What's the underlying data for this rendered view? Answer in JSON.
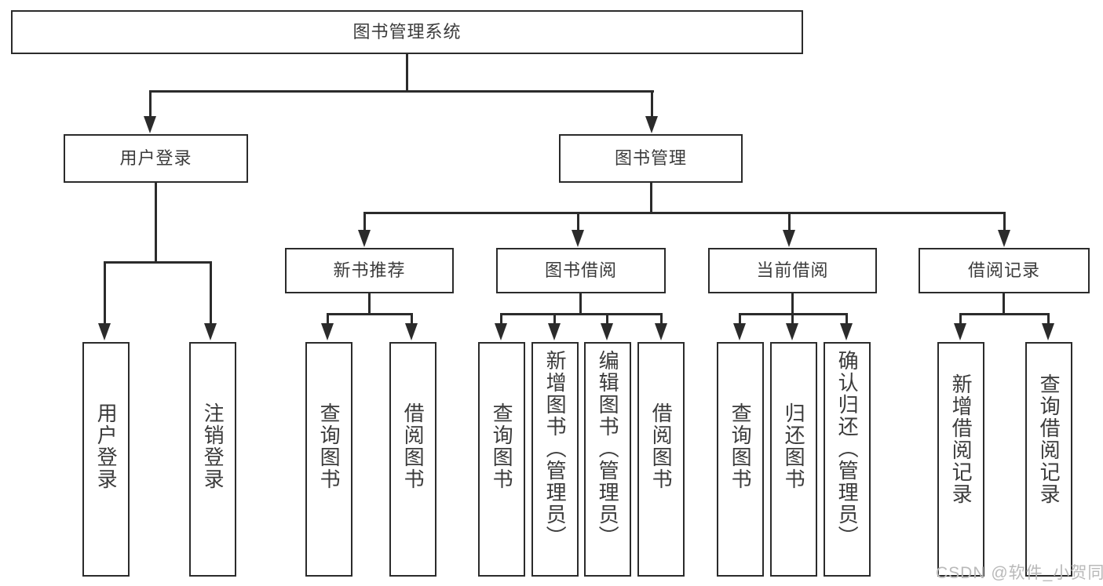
{
  "diagram": {
    "type": "tree-hierarchy",
    "title": "图书管理系统",
    "root": {
      "id": "root",
      "label": "图书管理系统"
    },
    "level1": [
      {
        "id": "user-login",
        "label": "用户登录"
      },
      {
        "id": "book-management",
        "label": "图书管理"
      }
    ],
    "level2": [
      {
        "id": "new-book-recommend",
        "label": "新书推荐",
        "parent": "book-management"
      },
      {
        "id": "book-borrow",
        "label": "图书借阅",
        "parent": "book-management"
      },
      {
        "id": "current-borrow",
        "label": "当前借阅",
        "parent": "book-management"
      },
      {
        "id": "borrow-record",
        "label": "借阅记录",
        "parent": "book-management"
      }
    ],
    "leaves": [
      {
        "id": "leaf-user-login",
        "label": "用户登录",
        "parent": "user-login"
      },
      {
        "id": "leaf-logout-login",
        "label": "注销登录",
        "parent": "user-login"
      },
      {
        "id": "leaf-query-book-1",
        "label": "查询图书",
        "parent": "new-book-recommend"
      },
      {
        "id": "leaf-borrow-book-1",
        "label": "借阅图书",
        "parent": "new-book-recommend"
      },
      {
        "id": "leaf-query-book-2",
        "label": "查询图书",
        "parent": "book-borrow"
      },
      {
        "id": "leaf-add-book",
        "label": "新增图书（管理员）",
        "parent": "book-borrow"
      },
      {
        "id": "leaf-edit-book",
        "label": "编辑图书（管理员）",
        "parent": "book-borrow"
      },
      {
        "id": "leaf-borrow-book-2",
        "label": "借阅图书",
        "parent": "book-borrow"
      },
      {
        "id": "leaf-query-book-3",
        "label": "查询图书",
        "parent": "current-borrow"
      },
      {
        "id": "leaf-return-book",
        "label": "归还图书",
        "parent": "current-borrow"
      },
      {
        "id": "leaf-confirm-return",
        "label": "确认归还（管理员）",
        "parent": "current-borrow"
      },
      {
        "id": "leaf-add-record",
        "label": "新增借阅记录",
        "parent": "borrow-record"
      },
      {
        "id": "leaf-query-record",
        "label": "查询借阅记录",
        "parent": "borrow-record"
      }
    ],
    "colors": {
      "stroke": "#2b2b2b",
      "fill": "#ffffff",
      "text": "#3b3b3b",
      "watermark": "#b9b9b9"
    }
  },
  "watermark": {
    "text": "CSDN @软件_小贺同学"
  }
}
